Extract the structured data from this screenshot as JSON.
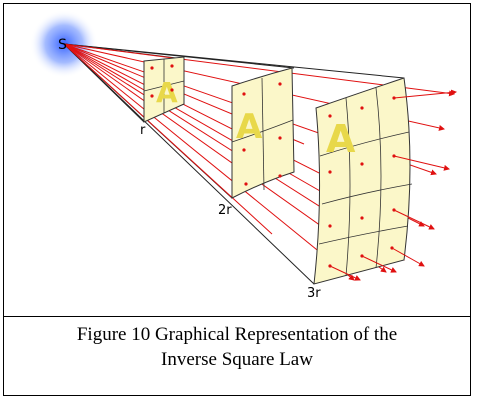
{
  "diagram": {
    "source_label": "S",
    "surface_letter": "A",
    "distance_labels": [
      "r",
      "2r",
      "3r"
    ],
    "colors": {
      "ray": "#e01010",
      "surface_fill": "#fbf7c9",
      "grid_line": "#333333",
      "glow": "#3a6bff",
      "letter": "#e8d84a"
    }
  },
  "caption": {
    "line1": "Figure 10 Graphical Representation of the",
    "line2": "Inverse Square Law"
  }
}
